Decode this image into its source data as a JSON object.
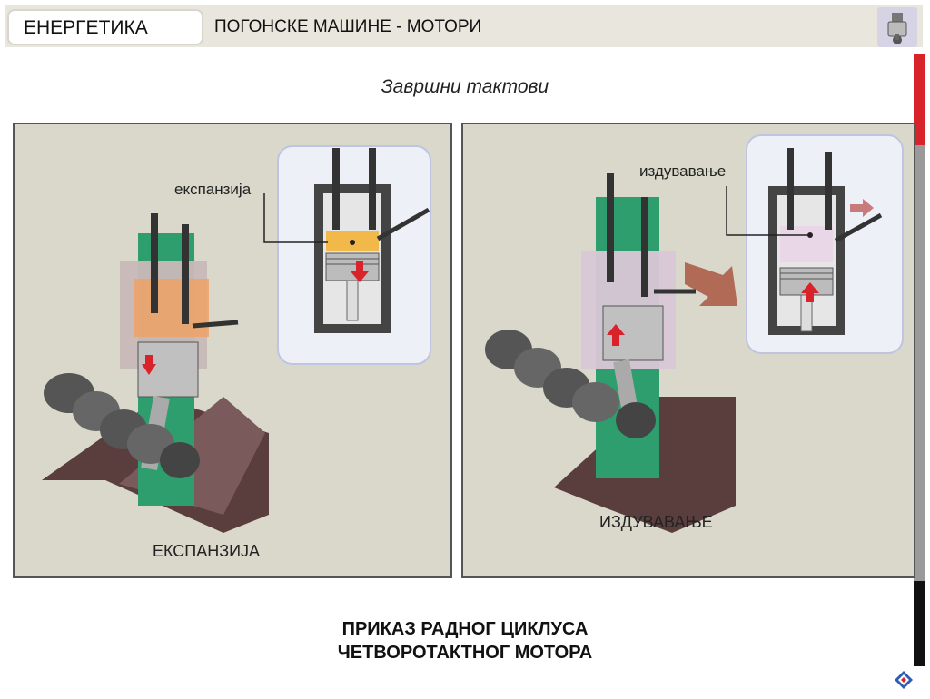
{
  "header": {
    "section_tab": "ЕНЕРГЕТИКА",
    "subject_title": "ПОГОНСКЕ МАШИНЕ - МОТОРИ",
    "icon": "engine-piston-icon"
  },
  "slide": {
    "subtitle": "Завршни тактови",
    "panels": [
      {
        "caption": "ЕКСПАНЗИЈА",
        "callout": "експанзија"
      },
      {
        "caption": "ИЗДУВАВАЊЕ",
        "callout": "издувавање"
      }
    ],
    "footer_line1": "ПРИКАЗ РАДНОГ ЦИКЛУСА",
    "footer_line2": "ЧЕТВОРОТАКТНОГ МОТОРА"
  },
  "nav": {
    "home_icon": "home-icon"
  },
  "colors": {
    "rail_red": "#d8232a",
    "panel_bg": "#d9d8ca",
    "cylinder_green": "#2f9e6e",
    "arrow_red": "#d8232a"
  }
}
